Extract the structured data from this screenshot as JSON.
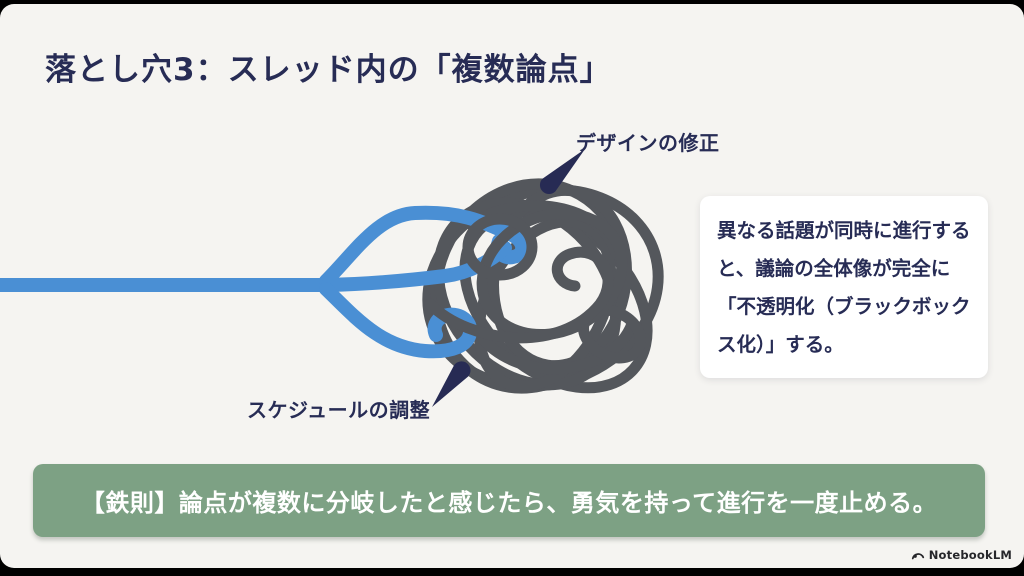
{
  "slide": {
    "title": "落とし穴3：スレッド内の「複数論点」",
    "diagram": {
      "label_top": "デザインの修正",
      "label_bottom": "スケジュールの調整",
      "description": "single blue thread splitting into three branches that enter a gray tangled scribble ball; two navy pointer pins mark topics"
    },
    "callout": {
      "text": "異なる話題が同時に進行すると、議論の全体像が完全に「不透明化（ブラックボックス化）」する。"
    },
    "rule_banner": {
      "text": "【鉄則】論点が複数に分岐したと感じたら、勇気を持って進行を一度止める。"
    },
    "footer": {
      "brand": "NotebookLM"
    },
    "colors": {
      "background": "#f5f4f1",
      "frame": "#000000",
      "title_navy": "#272c55",
      "thread_blue": "#4a8fd4",
      "tangle_gray": "#54575c",
      "pin_navy": "#272b54",
      "banner_green": "#7da184",
      "callout_bg": "#ffffff",
      "banner_text": "#ffffff"
    }
  }
}
